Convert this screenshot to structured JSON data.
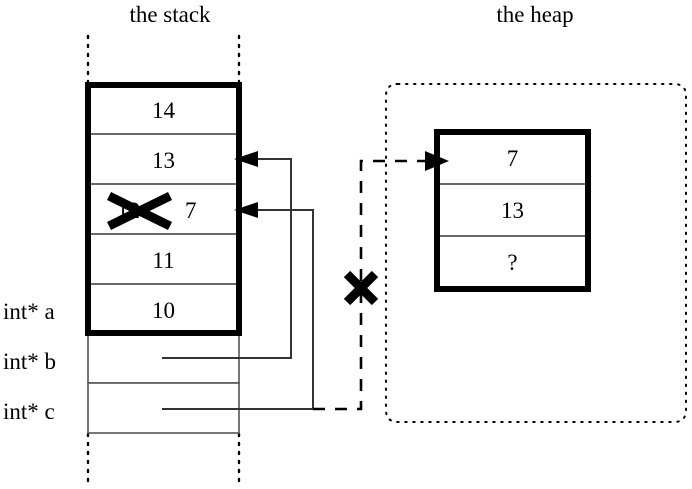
{
  "diagram": {
    "kind": "memory-layout-diagram",
    "titles": {
      "stack": "the stack",
      "heap": "the heap"
    },
    "colors": {
      "ink": "#000000",
      "background": "#ffffff",
      "cell_divider": "#555555"
    },
    "stack": {
      "frame_cells": [
        {
          "value": "14"
        },
        {
          "value": "13"
        },
        {
          "value": "7",
          "old_value": "12",
          "old_value_struck": true
        },
        {
          "value": "11"
        },
        {
          "value": "10"
        }
      ],
      "variables": [
        {
          "label": "int* a"
        },
        {
          "label": "int* b"
        },
        {
          "label": "int* c"
        }
      ]
    },
    "heap": {
      "block_cells": [
        {
          "value": "7"
        },
        {
          "value": "13"
        },
        {
          "value": "?"
        }
      ]
    },
    "pointers": [
      {
        "name": "b-to-stack-cell-13",
        "style": "solid",
        "from": "int* b",
        "to": "stack cell 13"
      },
      {
        "name": "c-to-stack-cell-7",
        "style": "solid",
        "from": "int* c",
        "to": "stack cell 7"
      },
      {
        "name": "stale-heap-pointer",
        "style": "dashed",
        "to": "heap cell 7",
        "invalidated": true
      }
    ],
    "marks": [
      {
        "name": "strikethrough-old-stack-value",
        "symbol": "X"
      },
      {
        "name": "invalidated-heap-pointer-mark",
        "symbol": "X"
      }
    ]
  }
}
